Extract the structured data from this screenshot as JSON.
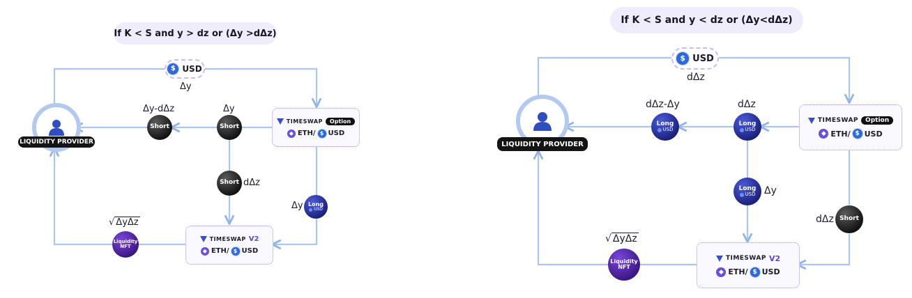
{
  "left": {
    "condition": "If K < S and y > dz or (Δy >dΔz)",
    "usd_label": "USD",
    "usd_amount": "Δy",
    "lp_label": "LIQUIDITY PROVIDER",
    "token_short_a": "Short",
    "token_short_a_label": "Δy-dΔz",
    "token_short_b": "Short",
    "token_short_b_label": "Δy",
    "token_short_c": "Short",
    "token_short_c_label": "dΔz",
    "token_long": "Long",
    "token_long_sub": "USD",
    "token_long_label": "Δy",
    "nft_line1": "Liquidity",
    "nft_line2": "NFT",
    "nft_label": "ΔyΔz",
    "option_box": {
      "brand": "TIMESWAP",
      "badge": "Option",
      "pair_a": "ETH/",
      "pair_b": "USD"
    },
    "v2_box": {
      "brand": "TIMESWAP",
      "badge": "V2",
      "pair_a": "ETH/",
      "pair_b": "USD"
    }
  },
  "right": {
    "condition": "If K < S and y < dz or (Δy<dΔz)",
    "usd_label": "USD",
    "usd_amount": "dΔz",
    "lp_label": "LIQUIDITY PROVIDER",
    "token_long_a": "Long",
    "token_long_a_sub": "USD",
    "token_long_a_label": "dΔz-Δy",
    "token_long_b": "Long",
    "token_long_b_sub": "USD",
    "token_long_b_label": "dΔz",
    "token_long_c": "Long",
    "token_long_c_sub": "USD",
    "token_long_c_label": "Δy",
    "token_short": "Short",
    "token_short_label": "dΔz",
    "nft_line1": "Liquidity",
    "nft_line2": "NFT",
    "nft_label": "ΔyΔz",
    "option_box": {
      "brand": "TIMESWAP",
      "badge": "Option",
      "pair_a": "ETH/",
      "pair_b": "USD"
    },
    "v2_box": {
      "brand": "TIMESWAP",
      "badge": "V2",
      "pair_a": "ETH/",
      "pair_b": "USD"
    }
  },
  "colors": {
    "wire": "#a9c7ef",
    "arrow": "#8fb3ea",
    "accent": "#5a46d4"
  },
  "icons": {
    "usd": "usd-coin-icon",
    "eth": "eth-icon",
    "user": "user-icon",
    "timeswap": "timeswap-logo-icon"
  }
}
